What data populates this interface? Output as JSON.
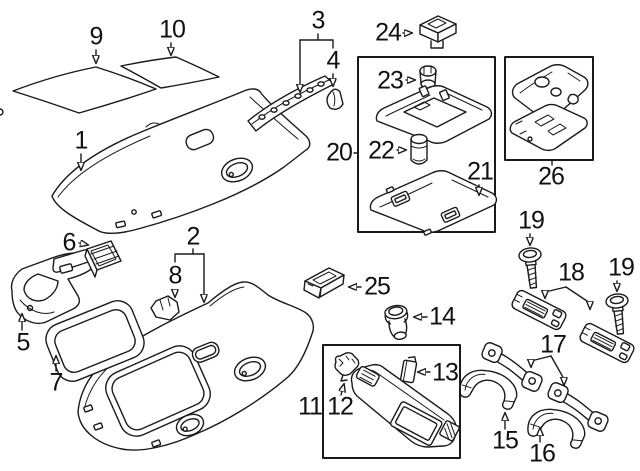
{
  "diagram": {
    "background_color": "#ffffff",
    "line_color": "#1a1a1a",
    "callouts": {
      "c1": "1",
      "c2": "2",
      "c3": "3",
      "c4": "4",
      "c5": "5",
      "c6": "6",
      "c7": "7",
      "c8": "8",
      "c9": "9",
      "c10": "10",
      "c11": "11",
      "c12": "12",
      "c13": "13",
      "c14": "14",
      "c15": "15",
      "c16": "16",
      "c17": "17",
      "c18": "18",
      "c19a": "19",
      "c19b": "19",
      "c20": "20",
      "c21": "21",
      "c22": "22",
      "c23": "23",
      "c24": "24",
      "c25": "25",
      "c26": "26"
    }
  }
}
